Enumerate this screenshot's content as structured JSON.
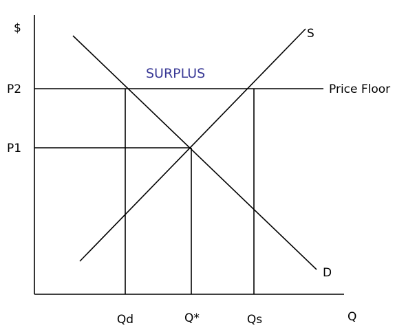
{
  "diagram": {
    "axes": {
      "y_label": "$",
      "x_label": "Q"
    },
    "price_ticks": {
      "p2": "P2",
      "p1": "P1"
    },
    "quantity_ticks": {
      "qd": "Qd",
      "qstar": "Q*",
      "qs": "Qs"
    },
    "curves": {
      "supply": "S",
      "demand": "D",
      "price_floor": "Price Floor"
    },
    "region": {
      "label": "SURPLUS",
      "color": "#3a3a96"
    }
  }
}
